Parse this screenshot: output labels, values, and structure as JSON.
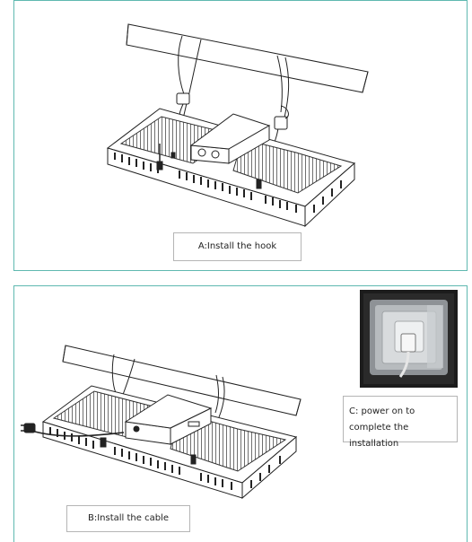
{
  "steps": {
    "a": {
      "caption": "A:Install the hook"
    },
    "b": {
      "caption": "B:Install the cable"
    },
    "c": {
      "caption": "C: power on to complete the installation"
    }
  },
  "colors": {
    "border": "#5fb9b0",
    "line": "#222222",
    "caption_border": "#b5b5b5"
  }
}
